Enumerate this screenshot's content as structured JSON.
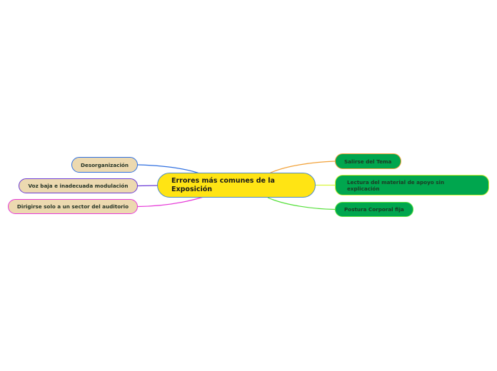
{
  "mindmap": {
    "central": {
      "label": "Errores más comunes  de la Exposición",
      "fill": "#ffe414",
      "border": "#4f8cc9"
    },
    "left_branches": [
      {
        "label": "Desorganización",
        "fill": "#ecd9b0",
        "line_color": "#2f6fe0"
      },
      {
        "label": "Voz baja e inadecuada modulación",
        "fill": "#ecd9b0",
        "line_color": "#6a3ad6"
      },
      {
        "label": "Dirigirse solo a un sector del auditorio",
        "fill": "#ecd9b0",
        "line_color": "#e63ad8"
      }
    ],
    "right_branches": [
      {
        "label": "Salirse del Tema",
        "fill": "#00a64e",
        "line_color": "#f2a23a"
      },
      {
        "label": "Lectura del material de  apoyo sin explicación",
        "fill": "#00a64e",
        "line_color": "#d8f53a"
      },
      {
        "label": "Postura Corporal fija",
        "fill": "#00a64e",
        "line_color": "#55e03a"
      }
    ]
  }
}
